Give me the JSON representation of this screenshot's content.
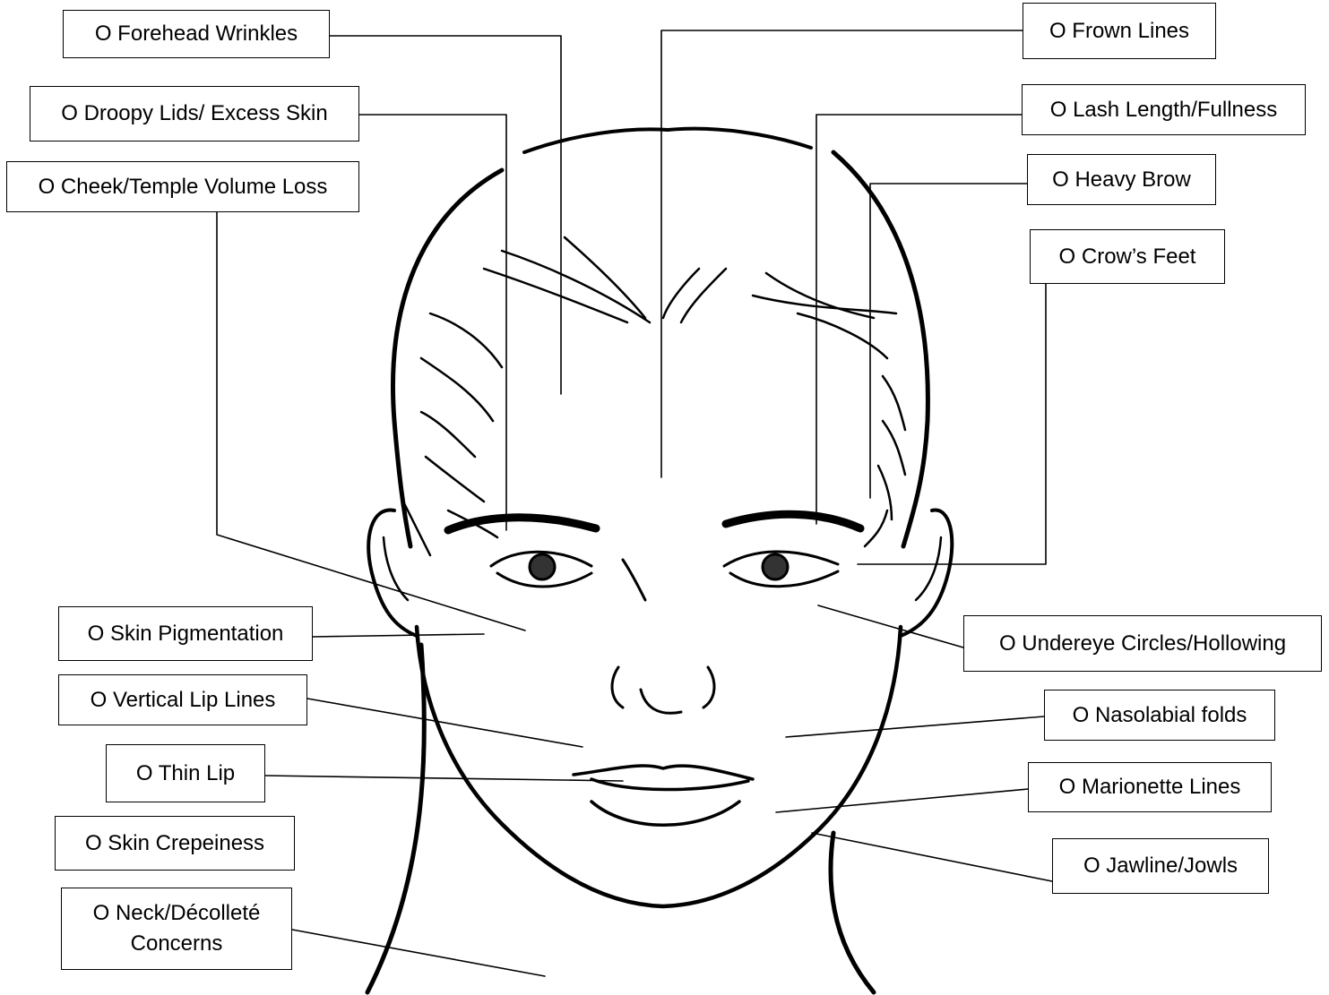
{
  "labels": {
    "forehead_wrinkles": "O Forehead Wrinkles",
    "droopy_lids": "O Droopy Lids/ Excess Skin",
    "cheek_temple": "O Cheek/Temple Volume Loss",
    "skin_pigmentation": "O Skin Pigmentation",
    "vertical_lip_lines": "O Vertical Lip Lines",
    "thin_lip": "O Thin Lip",
    "skin_crepeiness": "O Skin Crepeiness",
    "neck_decollete": "O Neck/Décolleté\nConcerns",
    "frown_lines": "O Frown Lines",
    "lash_length": "O Lash Length/Fullness",
    "heavy_brow": "O Heavy Brow",
    "crows_feet": "O Crow’s Feet",
    "undereye": "O Undereye Circles/Hollowing",
    "nasolabial": "O Nasolabial folds",
    "marionette": "O Marionette Lines",
    "jawline": "O Jawline/Jowls"
  },
  "colors": {
    "line": "#000000",
    "box_border": "#000000",
    "background": "#ffffff"
  }
}
